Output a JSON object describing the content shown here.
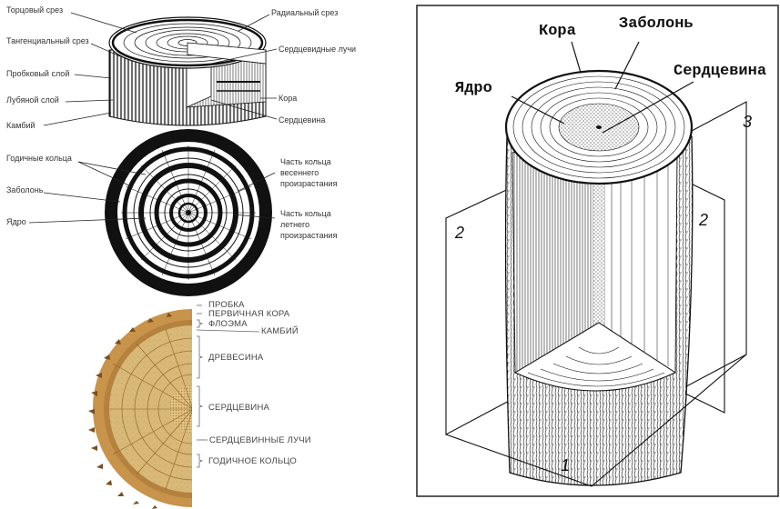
{
  "panel1": {
    "labels": {
      "end_cut": "Торцовый срез",
      "tangential_cut": "Тангенциальный срез",
      "cork_layer": "Пробковый слой",
      "bast_layer": "Лубяной слой",
      "cambium": "Камбий",
      "radial_cut": "Радиальный срез",
      "medullary_rays": "Сердцевидные лучи",
      "bark": "Кора",
      "pith": "Сердцевина"
    }
  },
  "panel2": {
    "labels": {
      "annual_rings": "Годичные кольца",
      "sapwood": "Заболонь",
      "heartwood": "Ядро",
      "spring_part_1": "Часть кольца",
      "spring_part_2": "весеннего",
      "spring_part_3": "произрастания",
      "summer_part_1": "Часть кольца",
      "summer_part_2": "летнего",
      "summer_part_3": "произрастания"
    }
  },
  "panel3": {
    "labels": {
      "cork": "ПРОБКА",
      "primary_bark": "ПЕРВИЧНАЯ КОРА",
      "phloem": "ФЛОЭМА",
      "cambium": "КАМБИЙ",
      "wood": "ДРЕВЕСИНА",
      "pith": "СЕРДЦЕВИНА",
      "rays": "СЕРДЦЕВИННЫЕ ЛУЧИ",
      "annual_ring": "ГОДИЧНОЕ КОЛЬЦО"
    },
    "colors": {
      "wood": "#d9b978",
      "bark": "#c8934a",
      "dark": "#7a4e1e"
    }
  },
  "panel4": {
    "labels": {
      "bark": "Кора",
      "sapwood": "Заболонь",
      "heartwood": "Ядро",
      "pith": "Сердцевина",
      "plane1": "1",
      "plane2_left": "2",
      "plane2_right": "2",
      "plane3": "3"
    }
  }
}
